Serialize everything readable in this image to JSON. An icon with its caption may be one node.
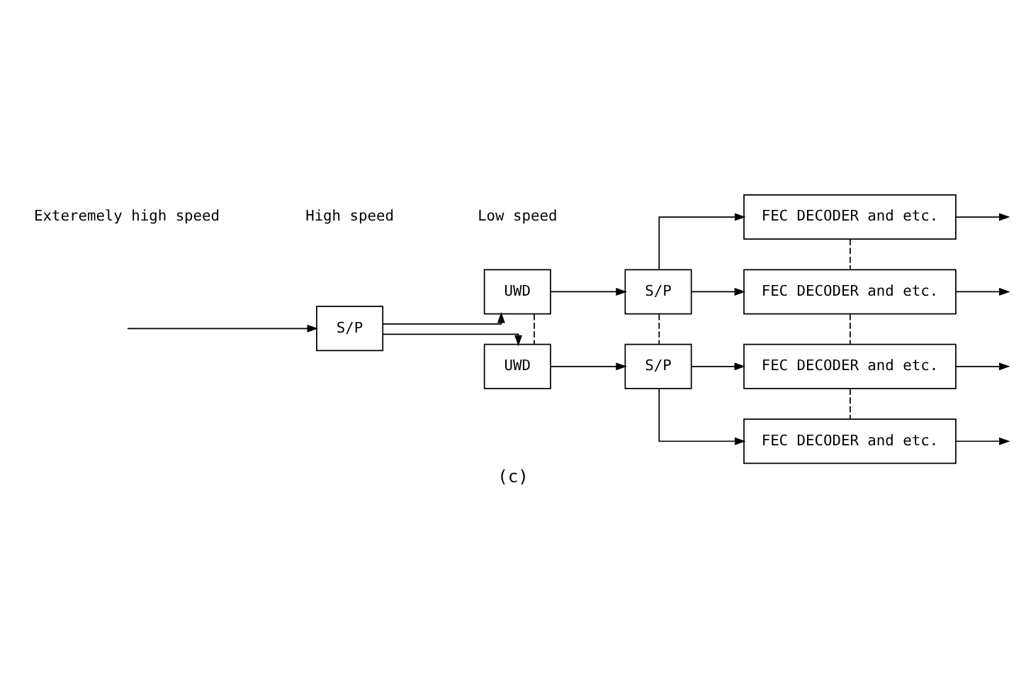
{
  "diagram": {
    "caption": "(c)",
    "nodes": [
      {
        "text": [
          "S/P"
        ]
      },
      {
        "text": [
          "UWD"
        ]
      },
      {
        "text": [
          "UWD"
        ]
      },
      {
        "text": [
          "S/P"
        ]
      },
      {
        "text": [
          "S/P"
        ]
      },
      {
        "text": [
          "FEC DECODER and etc."
        ]
      },
      {
        "text": [
          "FEC DECODER and etc."
        ]
      },
      {
        "text": [
          "FEC DECODER and etc."
        ]
      },
      {
        "text": [
          "FEC DECODER and etc."
        ]
      }
    ],
    "edges": [
      {
        "from": null,
        "to": 0,
        "arrow": "to"
      },
      {
        "from": 0,
        "to": 1,
        "arrow": "to"
      },
      {
        "from": 0,
        "to": 2,
        "arrow": "to"
      },
      {
        "from": 1,
        "to": 3,
        "arrow": "to"
      },
      {
        "from": 2,
        "to": 4,
        "arrow": "to"
      },
      {
        "from": 3,
        "to": 5,
        "arrow": "to"
      },
      {
        "from": 3,
        "to": 6,
        "arrow": "to"
      },
      {
        "from": 4,
        "to": 7,
        "arrow": "to"
      },
      {
        "from": 4,
        "to": 8,
        "arrow": "to"
      },
      {
        "from": 5,
        "to": null,
        "arrow": "to"
      },
      {
        "from": 6,
        "to": null,
        "arrow": "to"
      },
      {
        "from": 7,
        "to": null,
        "arrow": "to"
      },
      {
        "from": 8,
        "to": null,
        "arrow": "to"
      },
      {
        "from": 1,
        "to": 2,
        "arrow": "none",
        "style": "dashed"
      },
      {
        "from": 3,
        "to": 4,
        "arrow": "none",
        "style": "dashed"
      },
      {
        "from": 5,
        "to": 6,
        "arrow": "none",
        "style": "dashed"
      },
      {
        "from": 6,
        "to": 7,
        "arrow": "none",
        "style": "dashed"
      },
      {
        "from": 7,
        "to": 8,
        "arrow": "none",
        "style": "dashed"
      }
    ],
    "labels": [
      "Exteremely high speed",
      "High speed",
      "Low speed"
    ]
  }
}
